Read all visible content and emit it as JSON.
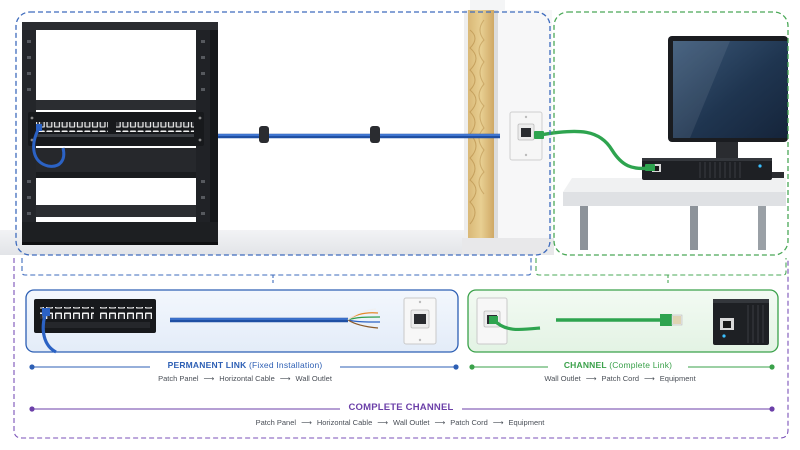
{
  "colors": {
    "permanent": "#2d5fb4",
    "channel": "#3aa14a",
    "complete": "#6b3fa8",
    "cable_blue": "#2b62c4",
    "cable_green": "#2ea44f",
    "text_gray": "#4a4f57",
    "rack": "#1d1f22"
  },
  "permanent_link": {
    "title": "PERMANENT LINK",
    "subtitle": "(Fixed Installation)",
    "flow": [
      "Patch Panel",
      "Horizontal Cable",
      "Wall Outlet"
    ]
  },
  "channel": {
    "title": "CHANNEL",
    "subtitle": "(Complete Link)",
    "flow": [
      "Wall Outlet",
      "Patch Cord",
      "Equipment"
    ]
  },
  "complete_channel": {
    "title": "COMPLETE CHANNEL",
    "flow": [
      "Patch Panel",
      "Horizontal Cable",
      "Wall Outlet",
      "Patch Cord",
      "Equipment"
    ]
  },
  "arrow_glyph": "⟶"
}
